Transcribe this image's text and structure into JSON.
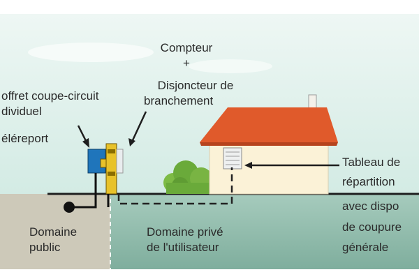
{
  "labels": {
    "compteur": "Compteur",
    "plus": "+",
    "disjoncteur_line1": "Disjoncteur de",
    "disjoncteur_line2": "branchement",
    "coffret_line1": "offret coupe-circuit",
    "coffret_line2": "dividuel",
    "telereport": "éléreport",
    "tableau_line1": "Tableau de",
    "tableau_line2": "répartition",
    "tableau_line3": "avec dispo",
    "tableau_line4": "de coupure",
    "tableau_line5": "générale",
    "domaine_public_line1": "Domaine",
    "domaine_public_line2": "public",
    "domaine_prive_line1": "Domaine privé",
    "domaine_prive_line2": "de l'utilisateur"
  },
  "colors": {
    "sky": "#dcefe9",
    "public_ground": "#c9c5b4",
    "private_ground": "#8fb9aa",
    "roof": "#e05a2b",
    "house_wall": "#fbf2d7",
    "box_blue": "#1f75bb",
    "meter_yellow": "#e8c22a",
    "bush": "#6aaa3a"
  }
}
